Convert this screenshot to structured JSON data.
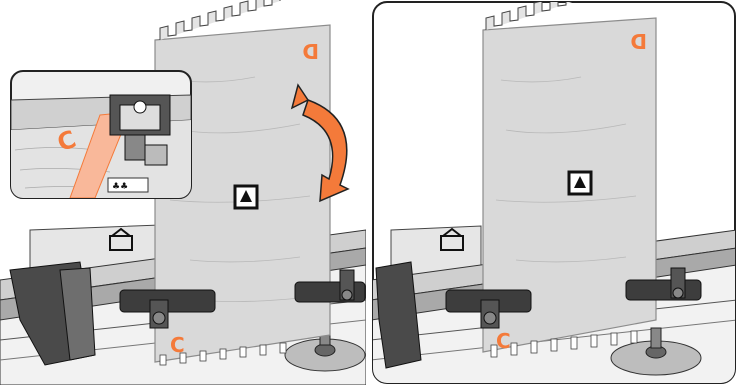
{
  "colors": {
    "board": "#d9d9d9",
    "board_edge": "#8c8c8c",
    "accent": "#f47a3a",
    "machine_dark": "#3d3d3d",
    "machine_mid": "#7a7a7a",
    "frame": "#222222"
  },
  "left_panel": {
    "label_top": "D",
    "label_bottom": "C",
    "inset_label": "C",
    "marker_icon": "triangle-up-square-icon",
    "outline_icon": "board-outline-icon",
    "rotate_icon": "rotate-arrow-icon"
  },
  "right_panel": {
    "label_top": "D",
    "label_bottom": "C",
    "marker_icon": "triangle-up-square-icon",
    "outline_icon": "board-outline-icon"
  }
}
